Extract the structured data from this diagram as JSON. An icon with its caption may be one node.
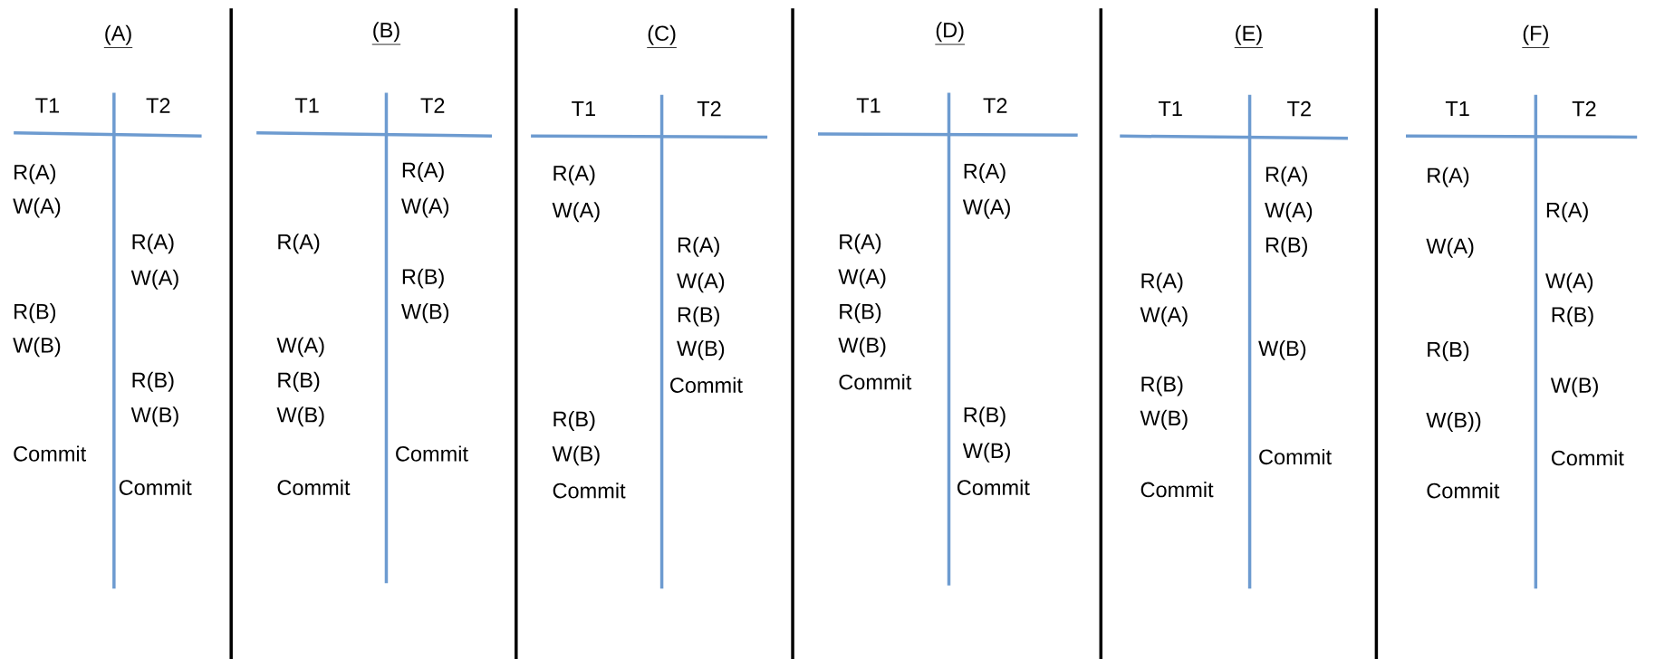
{
  "diagram": {
    "labels": [
      "(A)",
      "T1",
      "T2",
      "R(A)",
      "W(A)",
      "R(A)",
      "W(A)",
      "R(B)",
      "W(B)",
      "R(B)",
      "W(B)",
      "Commit",
      "Commit",
      "(B)",
      "T1",
      "T2",
      "R(A)",
      "W(A)",
      "R(A)",
      "R(B)",
      "W(B)",
      "W(A)",
      "R(B)",
      "W(B)",
      "Commit",
      "Commit",
      "(C)",
      "T1",
      "T2",
      "R(A)",
      "W(A)",
      "R(A)",
      "W(A)",
      "R(B)",
      "W(B)",
      "Commit",
      "R(B)",
      "W(B)",
      "Commit",
      "(D)",
      "T1",
      "T2",
      "R(A)",
      "W(A)",
      "R(A)",
      "W(A)",
      "R(B)",
      "W(B)",
      "Commit",
      "R(B)",
      "W(B)",
      "Commit",
      "(E)",
      "T1",
      "T2",
      "R(A)",
      "W(A)",
      "R(B)",
      "R(A)",
      "W(A)",
      "W(B)",
      "R(B)",
      "W(B)",
      "Commit",
      "Commit",
      "(F)",
      "T1",
      "T2",
      "R(A)",
      "R(A)",
      "W(A)",
      "W(A)",
      "R(B)",
      "R(B)",
      "W(B)",
      "W(B))",
      "Commit",
      "Commit"
    ]
  }
}
